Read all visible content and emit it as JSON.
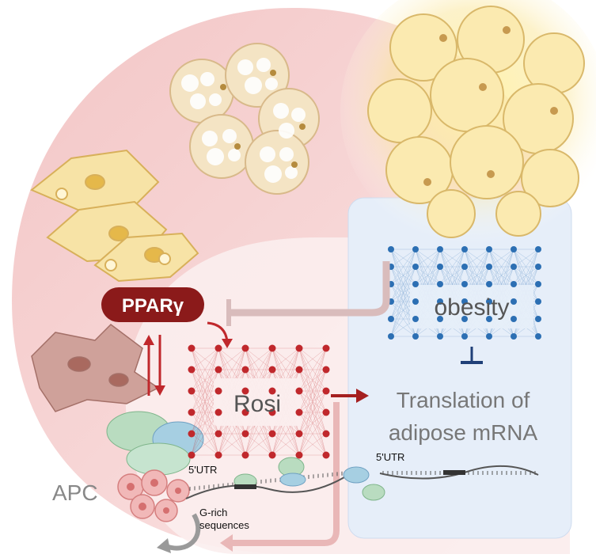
{
  "labels": {
    "ppar": "PPARγ",
    "rosi": "Rosi",
    "obesity": "obesity",
    "translation_line1": "Translation of",
    "translation_line2": "adipose mRNA",
    "apc": "APC",
    "utr_left": "5'UTR",
    "utr_right": "5'UTR",
    "g_rich_line1": "G-rich",
    "g_rich_line2": "sequences"
  },
  "colors": {
    "pink_region": "#f6d6d6",
    "blue_panel": "#e6eef9",
    "ppar_fill": "#8b1a1a",
    "rosi_node": "#c0282c",
    "obesity_node": "#2c6fb3",
    "inhibit_arrow": "#d9bcbc",
    "activation_arrow": "#a52020",
    "recycle_arrow": "#999999",
    "inhibit_bar": "#1f3f78"
  },
  "icons": [
    "mature-adipocyte-cluster",
    "glowing-adipocyte-cluster",
    "preadipocyte-cells",
    "fibroblast-cells",
    "apc-cells",
    "ribosome-protein-complex",
    "mrna-strand"
  ]
}
